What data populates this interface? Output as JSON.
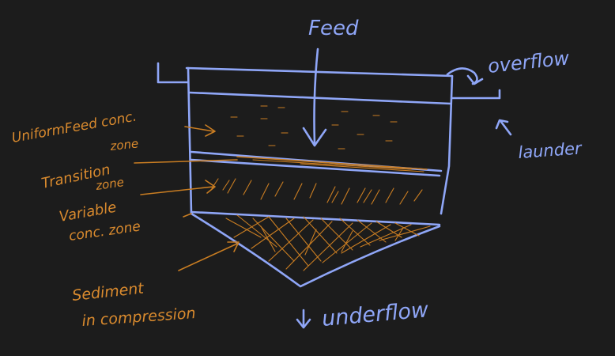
{
  "labels": {
    "feed": "Feed",
    "overflow": "overflow",
    "launder": "launder",
    "underflow": "underflow",
    "uniform_line1": "UniformFeed conc.",
    "uniform_line2": "zone",
    "transition_line1": "Transition",
    "transition_line2": "zone",
    "variable_line1": "Variable",
    "variable_line2": "conc. zone",
    "sediment_line1": "Sediment",
    "sediment_line2": "in compression"
  },
  "colors": {
    "background": "#1c1c1c",
    "blue_ink": "#8fa6f7",
    "orange_ink": "#d98a2e"
  }
}
